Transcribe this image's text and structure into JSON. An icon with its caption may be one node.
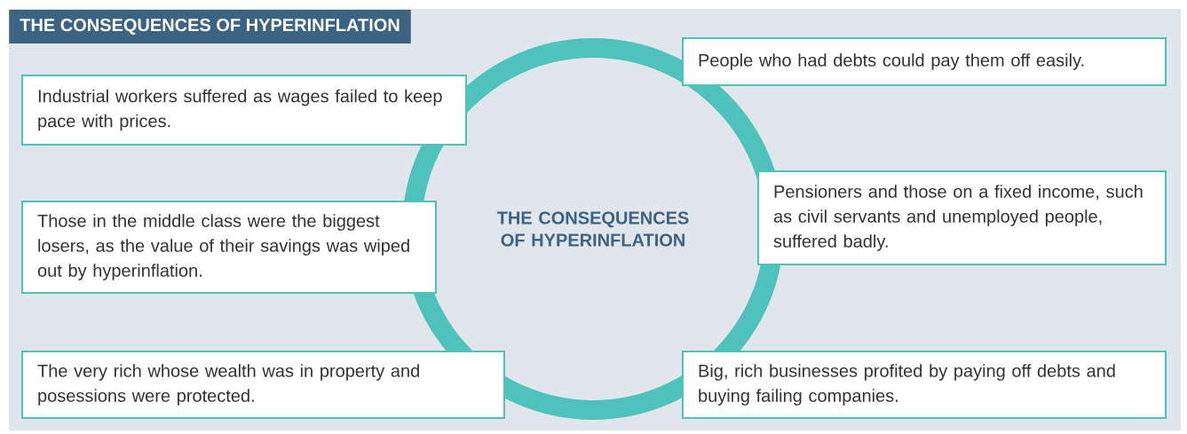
{
  "diagram": {
    "title": "THE CONSEQUENCES OF HYPERINFLATION",
    "nodes": [
      {
        "text": [
          "THE CONSEQUENCES OF HYPERINFLATION"
        ]
      },
      {
        "text": [
          "People who had debts could pay them off easily."
        ]
      },
      {
        "text": [
          "Industrial workers suffered as wages failed to keep pace with prices."
        ]
      },
      {
        "text": [
          "Pensioners and those on a fixed income, such as civil servants and unemployed people, suffered badly."
        ]
      },
      {
        "text": [
          "Those in the middle class were the biggest losers, as the value of their savings was wiped out by hyperinflation."
        ]
      },
      {
        "text": [
          "The very rich whose wealth was in property and posessions were protected."
        ]
      },
      {
        "text": [
          "Big, rich businesses profited by paying off debts and buying failing companies."
        ]
      }
    ]
  }
}
